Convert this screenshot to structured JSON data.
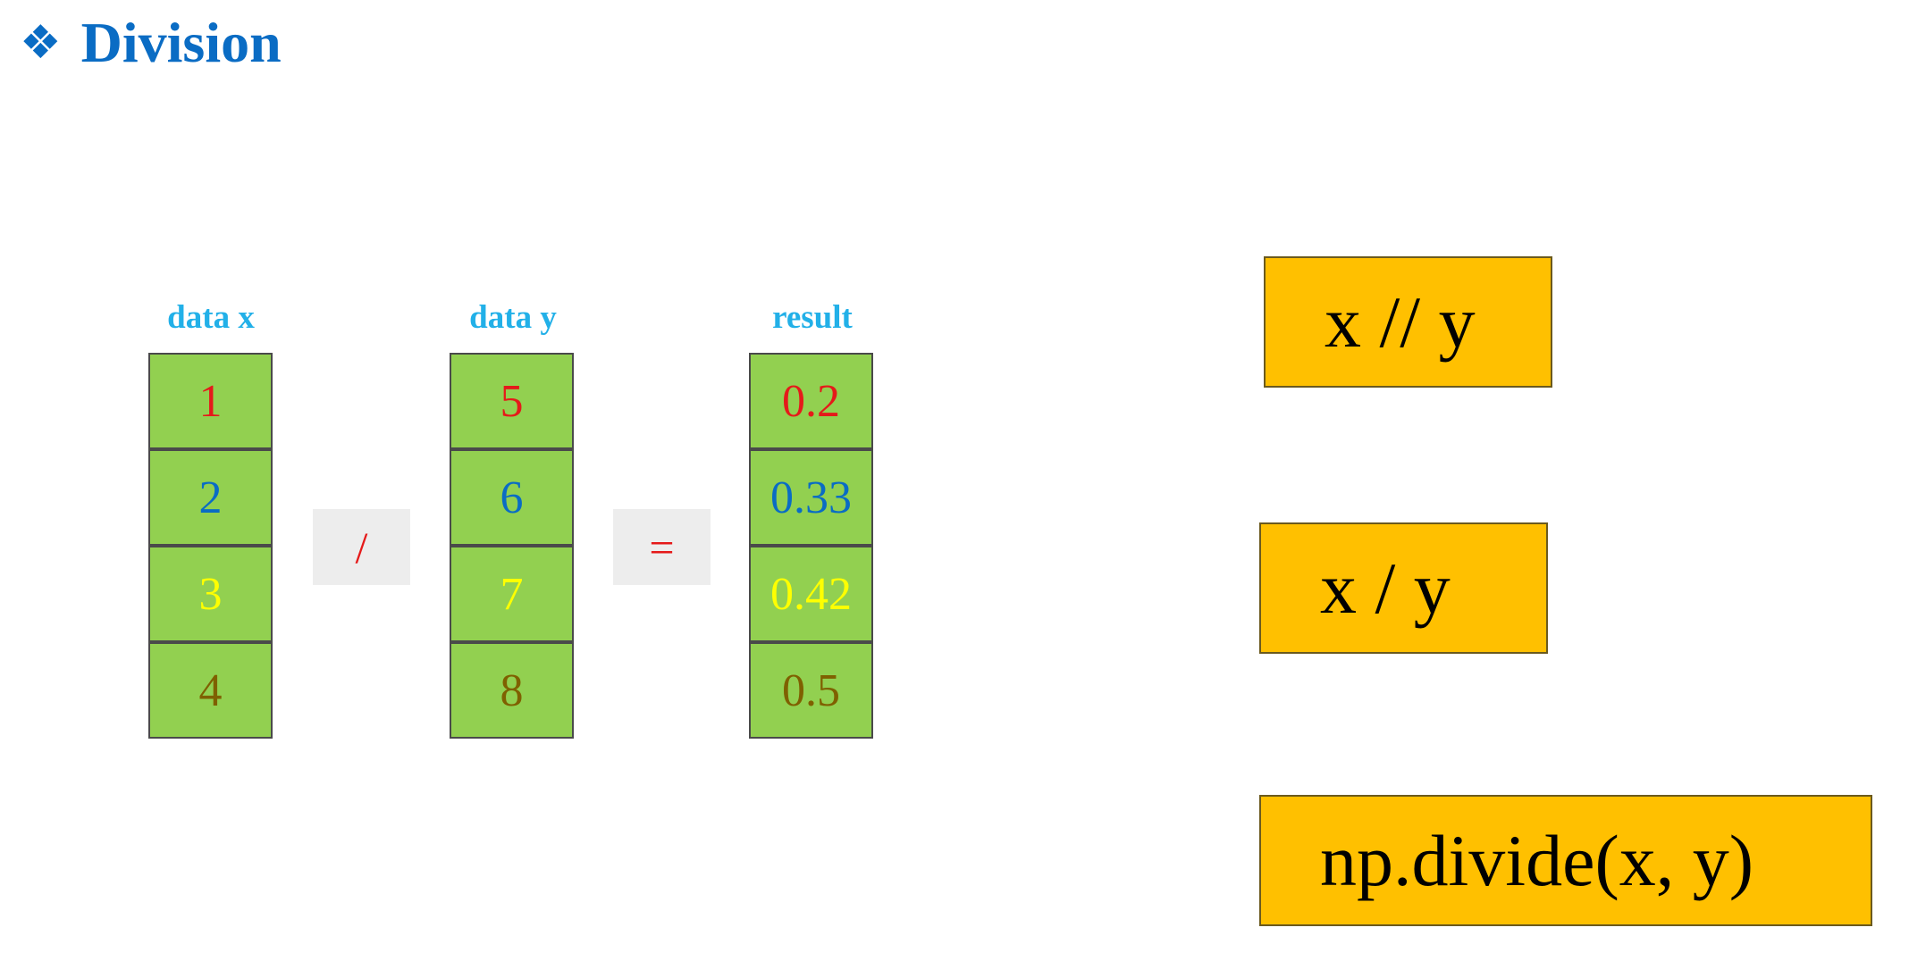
{
  "header": {
    "bullet_icon": "four-diamonds-icon",
    "title": "Division"
  },
  "columns": {
    "x": {
      "label": "data x",
      "cells": [
        "1",
        "2",
        "3",
        "4"
      ]
    },
    "y": {
      "label": "data y",
      "cells": [
        "5",
        "6",
        "7",
        "8"
      ]
    },
    "result": {
      "label": "result",
      "cells": [
        "0.2",
        "0.33",
        "0.42",
        "0.5"
      ]
    }
  },
  "operators": {
    "divide": "/",
    "equals": "="
  },
  "code_boxes": {
    "floor_divide": "x // y",
    "true_divide": "x / y",
    "np_divide": "np.divide(x, y)"
  },
  "colors": {
    "title": "#0A6CC4",
    "column_label": "#22B0E8",
    "cell_fill": "#92D050",
    "operator_bg": "#EDEDED",
    "code_fill": "#FFC000",
    "row_text": [
      "#E51A1A",
      "#0A6CC4",
      "#FFFF00",
      "#7F6000"
    ]
  }
}
